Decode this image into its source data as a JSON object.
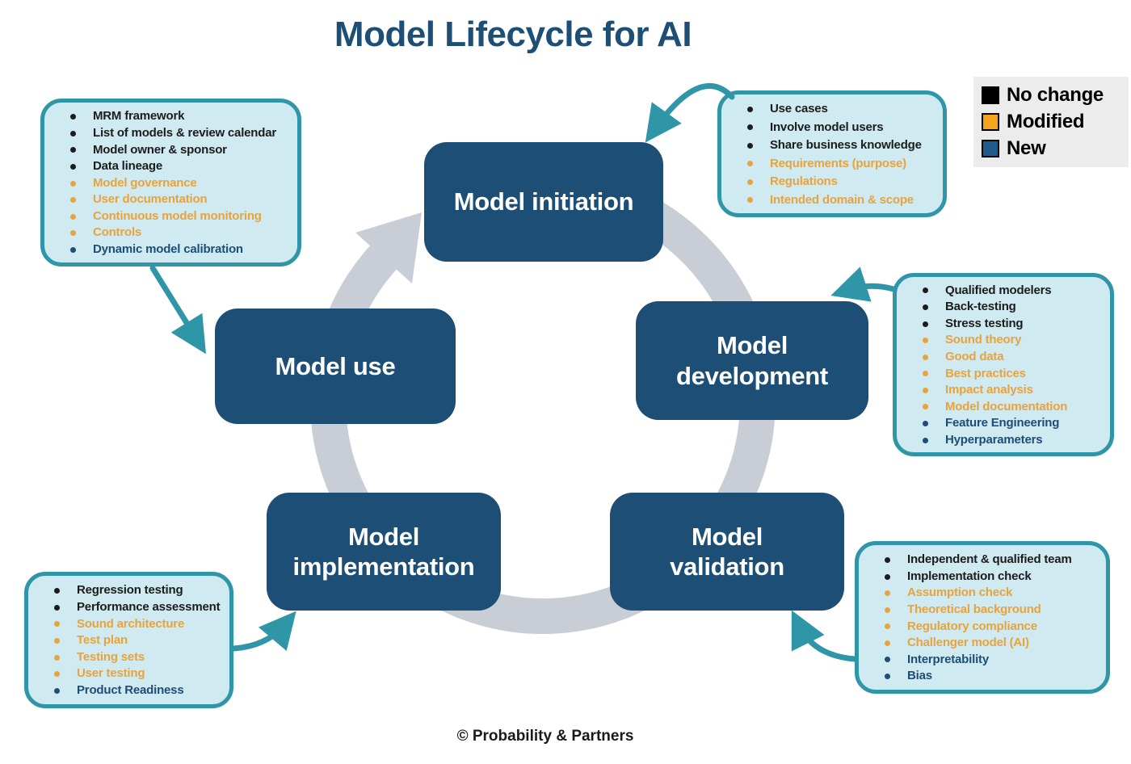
{
  "title": "Model Lifecycle for AI",
  "footer": "© Probability & Partners",
  "colors": {
    "navy": "#1d4e76",
    "teal": "#2e96a6",
    "ring": "#c9cdd5",
    "callout": "#cfeaf1",
    "orange": "#e8a33d",
    "ink": "#1c1c1c",
    "legendBg": "#ececec"
  },
  "legend": {
    "items": [
      {
        "label": "No change",
        "color": "#000000"
      },
      {
        "label": "Modified",
        "color": "#f5a41f"
      },
      {
        "label": "New",
        "color": "#1f5c8b"
      }
    ]
  },
  "nodes": {
    "initiation": {
      "lines": [
        "Model initiation"
      ]
    },
    "development": {
      "lines": [
        "Model",
        "development"
      ]
    },
    "validation": {
      "lines": [
        "Model",
        "validation"
      ]
    },
    "implementation": {
      "lines": [
        "Model",
        "implementation"
      ]
    },
    "use": {
      "lines": [
        "Model use"
      ]
    }
  },
  "callouts": {
    "initiation": {
      "items": [
        {
          "text": "Use cases",
          "status": "no-change"
        },
        {
          "text": "Involve model users",
          "status": "no-change"
        },
        {
          "text": "Share business knowledge",
          "status": "no-change"
        },
        {
          "text": "Requirements (purpose)",
          "status": "modified"
        },
        {
          "text": "Regulations",
          "status": "modified"
        },
        {
          "text": "Intended domain & scope",
          "status": "modified"
        }
      ]
    },
    "development": {
      "items": [
        {
          "text": "Qualified modelers",
          "status": "no-change"
        },
        {
          "text": "Back-testing",
          "status": "no-change"
        },
        {
          "text": "Stress testing",
          "status": "no-change"
        },
        {
          "text": "Sound theory",
          "status": "modified"
        },
        {
          "text": "Good data",
          "status": "modified"
        },
        {
          "text": "Best practices",
          "status": "modified"
        },
        {
          "text": "Impact analysis",
          "status": "modified"
        },
        {
          "text": "Model documentation",
          "status": "modified"
        },
        {
          "text": "Feature Engineering",
          "status": "new"
        },
        {
          "text": "Hyperparameters",
          "status": "new"
        }
      ]
    },
    "validation": {
      "items": [
        {
          "text": "Independent & qualified team",
          "status": "no-change"
        },
        {
          "text": "Implementation check",
          "status": "no-change"
        },
        {
          "text": "Assumption check",
          "status": "modified"
        },
        {
          "text": "Theoretical background",
          "status": "modified"
        },
        {
          "text": "Regulatory compliance",
          "status": "modified"
        },
        {
          "text": "Challenger model (AI)",
          "status": "modified"
        },
        {
          "text": "Interpretability",
          "status": "new"
        },
        {
          "text": "Bias",
          "status": "new"
        }
      ]
    },
    "implementation": {
      "items": [
        {
          "text": "Regression testing",
          "status": "no-change"
        },
        {
          "text": "Performance assessment",
          "status": "no-change"
        },
        {
          "text": "Sound architecture",
          "status": "modified"
        },
        {
          "text": "Test plan",
          "status": "modified"
        },
        {
          "text": "Testing sets",
          "status": "modified"
        },
        {
          "text": "User testing",
          "status": "modified"
        },
        {
          "text": "Product Readiness",
          "status": "new"
        }
      ]
    },
    "use": {
      "items": [
        {
          "text": "MRM framework",
          "status": "no-change"
        },
        {
          "text": "List of models & review calendar",
          "status": "no-change"
        },
        {
          "text": "Model owner & sponsor",
          "status": "no-change"
        },
        {
          "text": "Data lineage",
          "status": "no-change"
        },
        {
          "text": "Model governance",
          "status": "modified"
        },
        {
          "text": "User documentation",
          "status": "modified"
        },
        {
          "text": "Continuous model monitoring",
          "status": "modified"
        },
        {
          "text": "Controls",
          "status": "modified"
        },
        {
          "text": "Dynamic model calibration",
          "status": "new"
        }
      ]
    }
  }
}
